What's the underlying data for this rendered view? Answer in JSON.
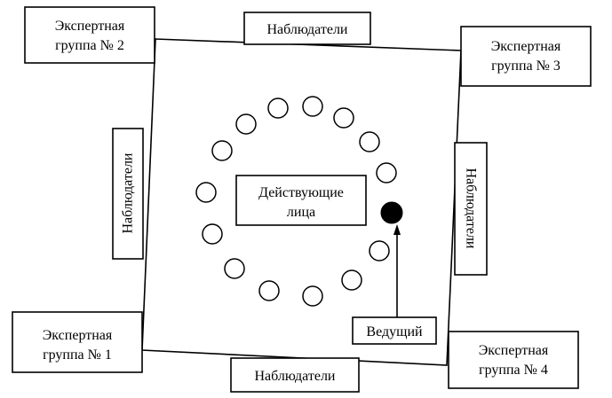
{
  "diagram": {
    "observers_top": "Наблюдатели",
    "observers_bottom": "Наблюдатели",
    "observers_left": "Наблюдатели",
    "observers_right": "Наблюдатели",
    "expert_group_1": {
      "line1": "Экспертная",
      "line2": "группа № 1"
    },
    "expert_group_2": {
      "line1": "Экспертная",
      "line2": "группа № 2"
    },
    "expert_group_3": {
      "line1": "Экспертная",
      "line2": "группа № 3"
    },
    "expert_group_4": {
      "line1": "Экспертная",
      "line2": "группа № 4"
    },
    "actors": {
      "line1": "Действующие",
      "line2": "лица"
    },
    "leader": "Ведущий"
  },
  "colors": {
    "stroke": "#000000",
    "background": "#ffffff",
    "leader_fill": "#000000"
  }
}
